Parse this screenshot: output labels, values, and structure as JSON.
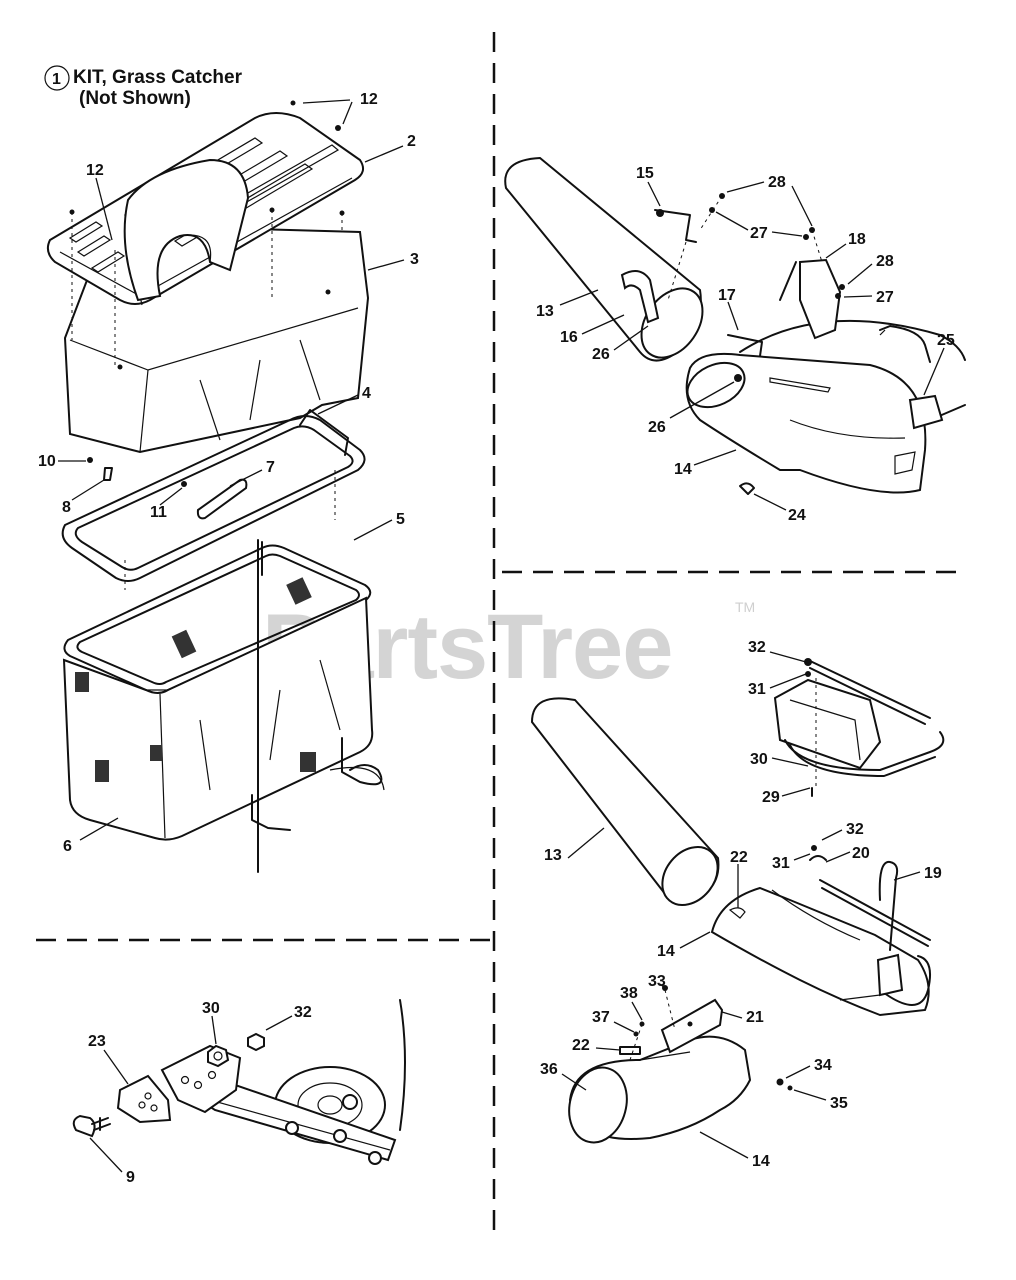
{
  "kit": {
    "number": "1",
    "title_line1": "KIT, Grass Catcher",
    "title_line2": "(Not Shown)"
  },
  "watermark": {
    "text": "PartsTree",
    "tm": "TM"
  },
  "callouts": {
    "c12a": "12",
    "c2": "2",
    "c12b": "12",
    "c3": "3",
    "c4": "4",
    "c10": "10",
    "c7": "7",
    "c8": "8",
    "c11": "11",
    "c5": "5",
    "c6": "6",
    "c15": "15",
    "c28a": "28",
    "c27a": "27",
    "c18": "18",
    "c28b": "28",
    "c27b": "27",
    "c13a": "13",
    "c17": "17",
    "c16": "16",
    "c25": "25",
    "c26a": "26",
    "c26b": "26",
    "c14a": "14",
    "c24": "24",
    "c32a": "32",
    "c31a": "31",
    "c30a": "30",
    "c29": "29",
    "c13b": "13",
    "c32b": "32",
    "c22a": "22",
    "c31b": "31",
    "c20": "20",
    "c19": "19",
    "c14b": "14",
    "c33": "33",
    "c38": "38",
    "c21": "21",
    "c37": "37",
    "c22b": "22",
    "c36": "36",
    "c34": "34",
    "c35": "35",
    "c14c": "14",
    "c30b": "30",
    "c32c": "32",
    "c23": "23",
    "c9": "9"
  }
}
